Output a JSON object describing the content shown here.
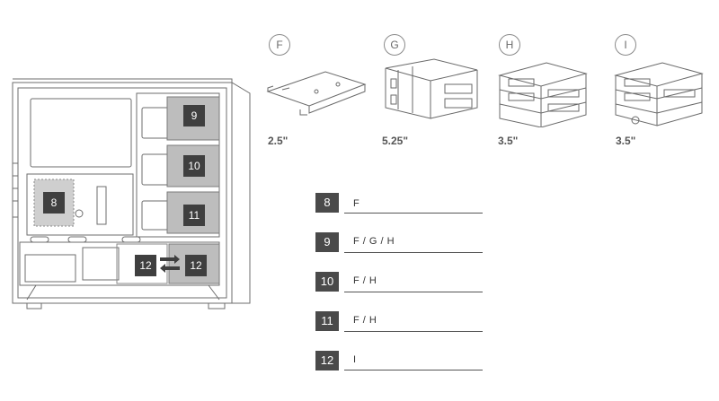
{
  "bracket_options": [
    {
      "letter": "F",
      "size": "2.5\""
    },
    {
      "letter": "G",
      "size": "5.25\""
    },
    {
      "letter": "H",
      "size": "3.5\""
    },
    {
      "letter": "I",
      "size": "3.5\""
    }
  ],
  "case_bays": [
    {
      "number": "8"
    },
    {
      "number": "9"
    },
    {
      "number": "10"
    },
    {
      "number": "11"
    },
    {
      "number": "12"
    },
    {
      "number": "12"
    }
  ],
  "legend": [
    {
      "number": "8",
      "compatible": "F"
    },
    {
      "number": "9",
      "compatible": "F / G / H"
    },
    {
      "number": "10",
      "compatible": "F / H"
    },
    {
      "number": "11",
      "compatible": "F / H"
    },
    {
      "number": "12",
      "compatible": "I"
    }
  ],
  "colors": {
    "bay_fill": "#a9a9a9",
    "badge": "#4a4a4a",
    "outline": "#6e6e6e"
  }
}
